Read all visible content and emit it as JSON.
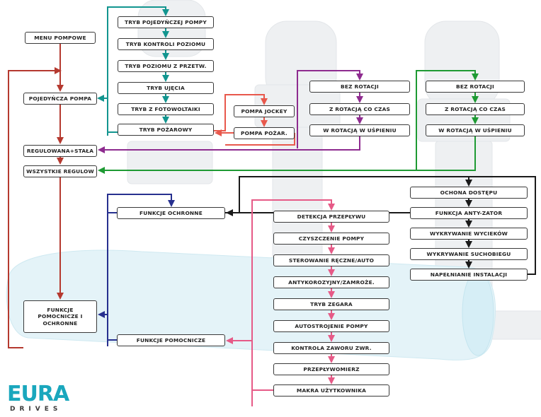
{
  "boxes": {
    "menu_pompowe": "MENU POMPOWE",
    "pojedyncza_pompa": "POJEDYŃCZA POMPA",
    "regulowana_stala": "REGULOWANA+STAŁA",
    "wszystkie_regulow": "WSZYSTKIE REGULOW",
    "funkcje_pomocnicze_i_ochronne": "FUNKCJE POMOCNICZE I OCHRONNE",
    "tryb_pojedynczej_pompy": "TRYB POJEDYŃCZEJ POMPY",
    "tryb_kontroli_poziomu": "TRYB KONTROLI POZIOMU",
    "tryb_poziomu_z_przetw": "TRYB POZIOMU Z PRZETW.",
    "tryb_ujecia": "TRYB UJĘCIA",
    "tryb_z_fotowoltaiki": "TRYB Z FOTOWOLTAIKI",
    "tryb_pozarowy": "TRYB POŻAROWY",
    "pompa_jockey": "POMPA JOCKEY",
    "pompa_pozar": "POMPA POŻAR.",
    "bez_rotacji_1": "BEZ ROTACJI",
    "z_rotacja_co_czas_1": "Z ROTACJĄ CO CZAS",
    "w_rotacja_w_uspieniu_1": "W ROTACJĄ W UŚPIENIU",
    "bez_rotacji_2": "BEZ ROTACJI",
    "z_rotacja_co_czas_2": "Z ROTACJĄ CO CZAS",
    "w_rotacja_w_uspieniu_2": "W ROTACJĄ W UŚPIENIU",
    "funkcje_ochronne": "FUNKCJE OCHRONNE",
    "funkcje_pomocnicze": "FUNKCJE POMOCNICZE",
    "ochona_dostepu": "OCHONA DOSTĘPU",
    "funkcja_anty_zator": "FUNKCJA ANTY-ZATOR",
    "wykrywanie_wyciekow": "WYKRYWANIE WYCIEKÓW",
    "wykrywanie_suchobiegu": "WYKRYWANIE SUCHOBIEGU",
    "napelnianie_instalacji": "NAPEŁNIANIE INSTALACJI",
    "detekcja_przeplywu": "DETEKCJA PRZEPŁYWU",
    "czyszczenie_pompy": "CZYSZCZENIE POMPY",
    "sterowanie_reczne_auto": "STEROWANIE RĘCZNE/AUTO",
    "antykorozyjny_zamroze": "ANTYKOROZYJNY/ZAMROŻE.",
    "tryb_zegara": "TRYB ZEGARA",
    "autostrojenie_pompy": "AUTOSTROJENIE POMPY",
    "kontrola_zaworu_zwr": "KONTROLA ZAWORU ZWR.",
    "przeplywomierz": "PRZEPŁYWOMIERZ",
    "makra_uzytkownika": "MAKRA UŻYTKOWNIKA"
  },
  "logo": {
    "brand": "EURA",
    "sub": "DRIVES"
  },
  "colors": {
    "red": "#b5392f",
    "teal": "#12958f",
    "salmon": "#e8584c",
    "purple": "#8e2b8f",
    "green": "#1e9a33",
    "black": "#1a1a1a",
    "navy": "#27308f",
    "pink": "#e65a87",
    "brand": "#1aa7bd"
  }
}
